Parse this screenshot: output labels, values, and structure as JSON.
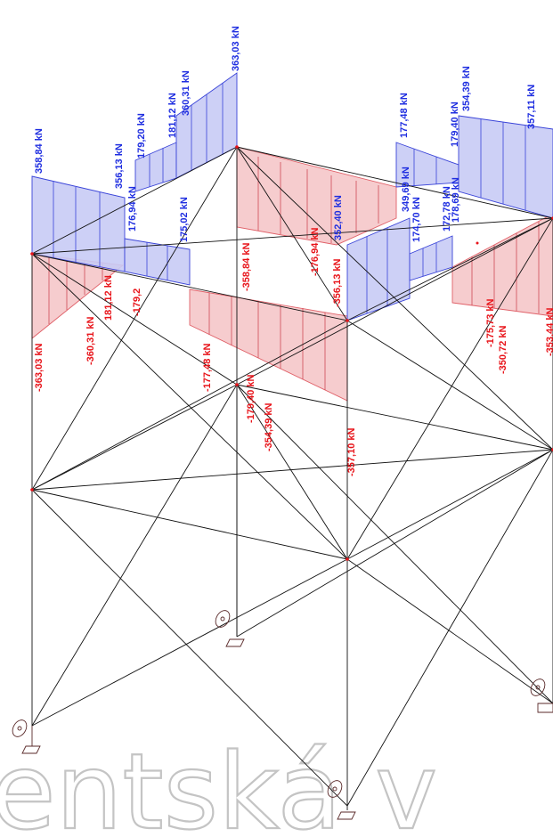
{
  "diagram": {
    "labels_positive": [
      "358,84 kN",
      "356,13 kN",
      "179,20 kN",
      "181,12 kN",
      "360,31 kN",
      "363,03 kN",
      "176,94 kN",
      "175,02 kN",
      "177,48 kN",
      "349,69 kN",
      "179,40 kN",
      "354,39 kN",
      "357,11 kN",
      "352,40 kN",
      "174,70 kN",
      "172,78 kN",
      "178,69 kN"
    ],
    "labels_negative": [
      "-363,03 kN",
      "-360,31 kN",
      "181,12 kN",
      "-179,2",
      "-358,84 kN",
      "-176,94 kN",
      "-356,13 kN",
      "-177,48 kN",
      "-179,40 kN",
      "-354,39 kN",
      "-357,10 kN",
      "-175,73 kN",
      "-350,72 kN",
      "-353,44 kN"
    ],
    "watermark": "entská v",
    "colors": {
      "positive": "#1f2ee0",
      "negative": "#e8141a",
      "positive_fill": "#c8cbf5",
      "negative_fill": "#f5c3c6"
    }
  }
}
